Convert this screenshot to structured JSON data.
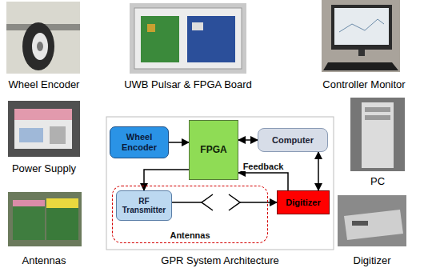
{
  "diagram": {
    "nodes": [
      {
        "text": [
          "Wheel Encoder"
        ]
      },
      {
        "text": [
          "FPGA"
        ]
      },
      {
        "text": [
          "Computer"
        ]
      },
      {
        "text": [
          "Antennas"
        ]
      },
      {
        "text": [
          "RF Transmitter"
        ],
        "in": 3
      },
      {
        "text": [
          "Digitizer"
        ]
      }
    ],
    "edges": [
      {
        "from": 0,
        "to": 1,
        "arrow": "to"
      },
      {
        "from": 1,
        "to": 2,
        "arrow": "both"
      },
      {
        "from": 1,
        "to": 4,
        "arrow": "to"
      },
      {
        "from": 5,
        "to": 1,
        "arrow": "to",
        "label": "Feedback"
      },
      {
        "from": 2,
        "to": 5,
        "arrow": "both"
      },
      {
        "from": 4,
        "to": 5,
        "arrow": "to"
      }
    ],
    "labels": [
      "Wheel Encoder",
      "UWB Pulsar & FPGA Board",
      "Controller Monitor",
      "Power Supply",
      "PC",
      "Antennas",
      "GPR System Architecture",
      "Digitizer"
    ]
  }
}
